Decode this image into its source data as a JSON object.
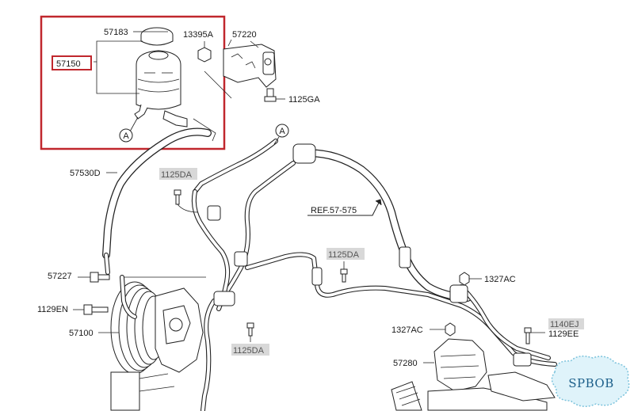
{
  "diagram": {
    "reservoir_group": {
      "reservoir_part": "57150",
      "cap_part": "57183",
      "nut_part": "13395A",
      "bracket_part": "57220",
      "bolt_part": "1125GA",
      "callout": "A"
    },
    "hoses": {
      "suction_hose": "57530D",
      "pressure_hose_ref": "REF.57-575",
      "callout": "A"
    },
    "pump_group": {
      "pump_part": "57100",
      "fitting_part": "57227",
      "bolt_part": "1129EN"
    },
    "fasteners": {
      "bolt_upper_left": "1125DA",
      "bolt_center": "1125DA",
      "bolt_lower": "1125DA",
      "clamp_right_upper": "1327AC",
      "clamp_right_lower": "1327AC",
      "bolt_right_gray": "1140EJ",
      "bolt_right": "1129EE"
    },
    "gear_group": {
      "cover_part": "57280"
    },
    "watermark": "SPBOB",
    "colors": {
      "highlight_frame": "#c0272d",
      "gray_label_box": "#d8d8d8",
      "watermark_fill": "#dff3fa",
      "watermark_text": "#1c5f8a"
    }
  }
}
